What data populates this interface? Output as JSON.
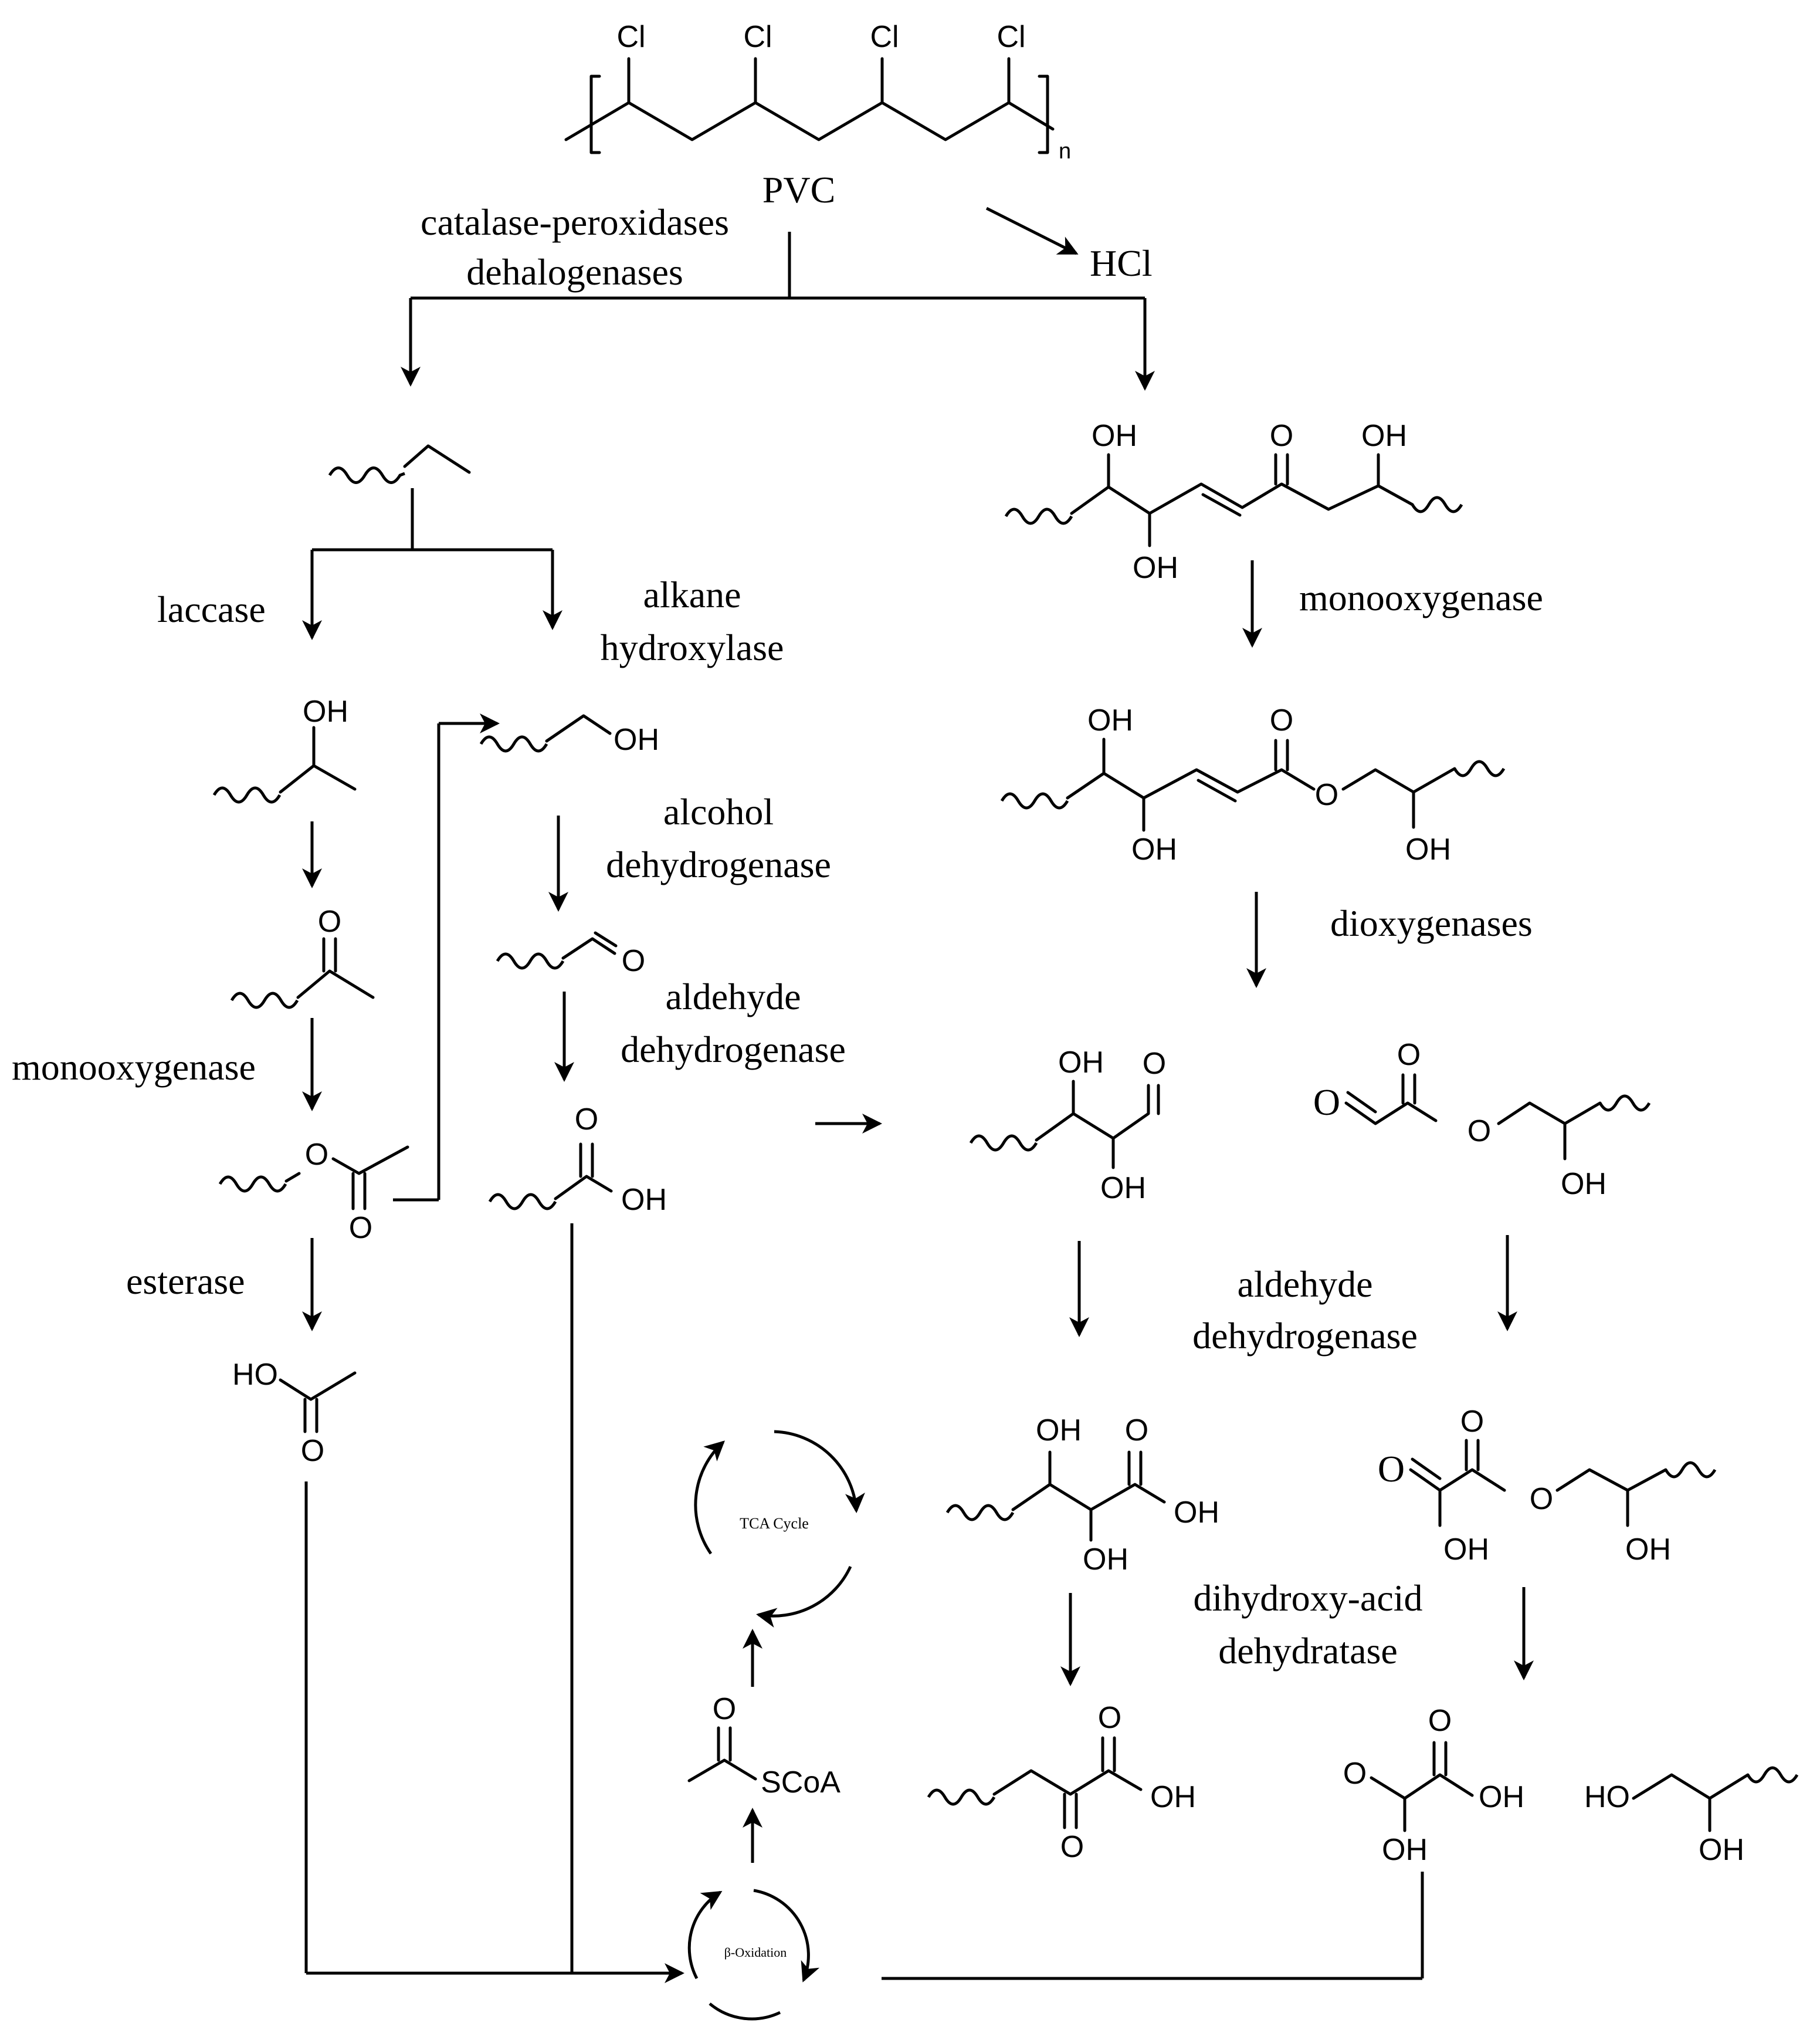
{
  "polymer": {
    "name": "PVC",
    "substituent": "Cl",
    "repeat": "n",
    "byproduct": "HCl"
  },
  "enzymes": {
    "top_left_1": "catalase-peroxidases",
    "top_left_2": "dehalogenases",
    "laccase": "laccase",
    "alkane_1": "alkane",
    "alkane_2": "hydroxylase",
    "alcohol_1": "alcohol",
    "alcohol_2": "dehydrogenase",
    "aldehyde_1": "aldehyde",
    "aldehyde_2": "dehydrogenase",
    "monooxygenase_left": "monooxygenase",
    "esterase": "esterase",
    "monooxygenase_right": "monooxygenase",
    "dioxygenases": "dioxygenases",
    "aldehyde_right_1": "aldehyde",
    "aldehyde_right_2": "dehydrogenase",
    "dihydroxy_1": "dihydroxy-acid",
    "dihydroxy_2": "dehydratase"
  },
  "atoms": {
    "oh": "OH",
    "ho": "HO",
    "o": "O",
    "scoa": "SCoA"
  },
  "cycles": {
    "tca": "TCA Cycle",
    "beta": "β-Oxidation"
  }
}
